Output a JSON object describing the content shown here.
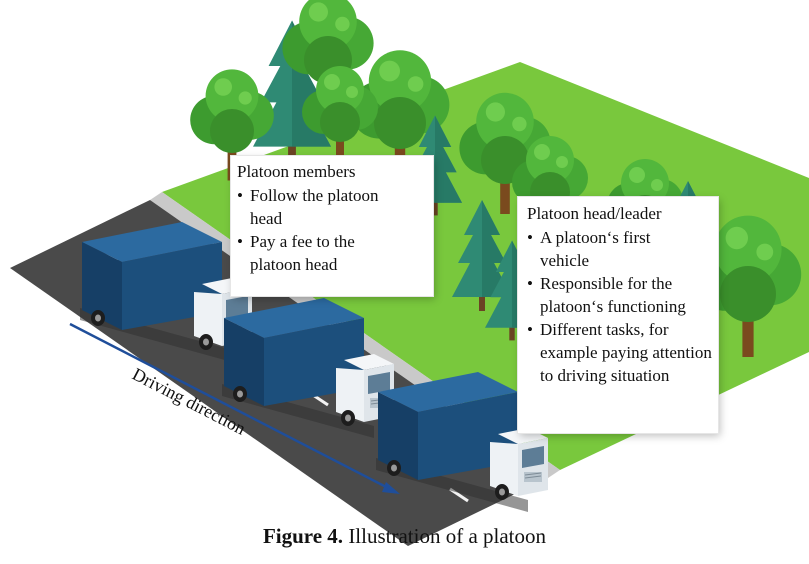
{
  "callouts": {
    "members": {
      "title": "Platoon members",
      "items": [
        "Follow the platoon head",
        "Pay a fee to the platoon head"
      ]
    },
    "leader": {
      "title": "Platoon head/leader",
      "items": [
        "A platoon‘s first vehicle",
        "Responsible for the platoon‘s functioning",
        "Different tasks, for example paying attention to driving situation"
      ]
    }
  },
  "direction_label": "Driving direction",
  "caption": {
    "label": "Figure 4.",
    "text": " Illustration of a platoon"
  },
  "colors": {
    "grass": "#79c83d",
    "road": "#4a4a4a",
    "truck_cargo": "#1c4f7c",
    "cab": "#e9eef2",
    "arrow": "#1f4e9a"
  }
}
